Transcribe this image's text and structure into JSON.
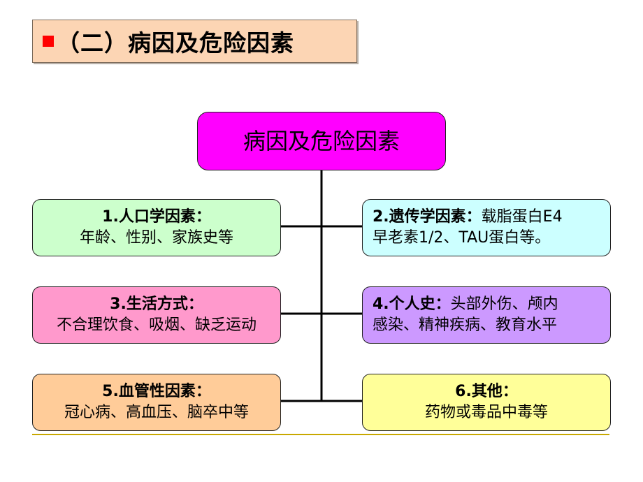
{
  "title": "（二）病因及危险因素",
  "root": "病因及危险因素",
  "colors": {
    "title_bg": "#fcd5b4",
    "title_square": "#ff0000",
    "root": "#ff00ff",
    "factor1": "#ccffcc",
    "factor2": "#ccffff",
    "factor3": "#ff99cc",
    "factor4": "#cc99ff",
    "factor5": "#ffcc99",
    "factor6": "#ffff99",
    "divider": "#c8a800"
  },
  "factors": [
    {
      "heading": "1.人口学因素：",
      "line1": "",
      "line2": "年龄、性别、家族史等"
    },
    {
      "heading": "2.遗传学因素：",
      "line1": "载脂蛋白E4",
      "line2": "早老素1/2、TAU蛋白等。"
    },
    {
      "heading": "3.生活方式：",
      "line1": "",
      "line2": "不合理饮食、吸烟、缺乏运动"
    },
    {
      "heading": "4.个人史：",
      "line1": "头部外伤、颅内",
      "line2": "感染、精神疾病、教育水平"
    },
    {
      "heading": "5.血管性因素：",
      "line1": "",
      "line2": "冠心病、高血压、脑卒中等"
    },
    {
      "heading": "6.其他：",
      "line1": "",
      "line2": "药物或毒品中毒等"
    }
  ]
}
